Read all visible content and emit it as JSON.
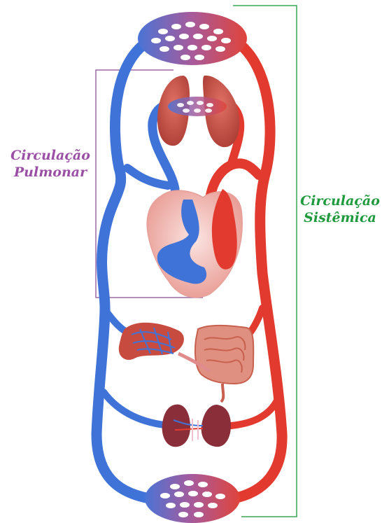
{
  "labels": {
    "pulmonary": {
      "line1": "Circulação",
      "line2": "Pulmonar"
    },
    "systemic": {
      "line1": "Circulação",
      "line2": "Sistêmica"
    }
  },
  "colors": {
    "pulmonary_text": "#9b4ea6",
    "systemic_text": "#1e9a3c",
    "pulmonary_bracket": "#9b6aa5",
    "systemic_bracket": "#3aa655",
    "vein_blue": "#3f73d8",
    "artery_red": "#e23a2e",
    "organ_red": "#c84b3f"
  },
  "icons": [
    "heart-icon",
    "lungs-icon",
    "liver-icon",
    "intestines-icon",
    "kidneys-icon",
    "capillary-network-icon"
  ]
}
